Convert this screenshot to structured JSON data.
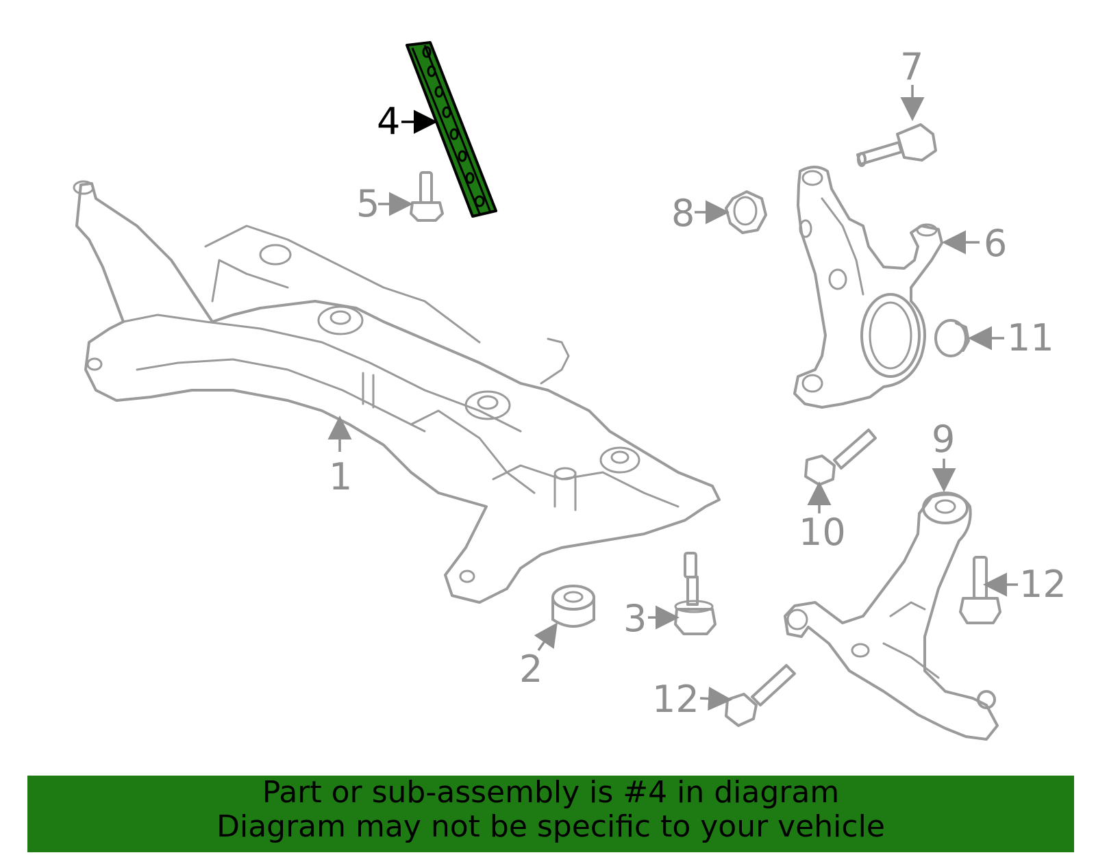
{
  "diagram": {
    "callouts": {
      "c1": "1",
      "c2": "2",
      "c3": "3",
      "c4": "4",
      "c5": "5",
      "c6": "6",
      "c7": "7",
      "c8": "8",
      "c9": "9",
      "c10": "10",
      "c11": "11",
      "c12a": "12",
      "c12b": "12"
    },
    "highlighted_part": "4",
    "colors": {
      "highlight": "#1e7a12",
      "part_lines": "#9a9a9a",
      "label_active": "#000000"
    }
  },
  "banner": {
    "line1": "Part or sub-assembly is #4 in diagram",
    "line2": "Diagram may not be specific to your vehicle"
  }
}
